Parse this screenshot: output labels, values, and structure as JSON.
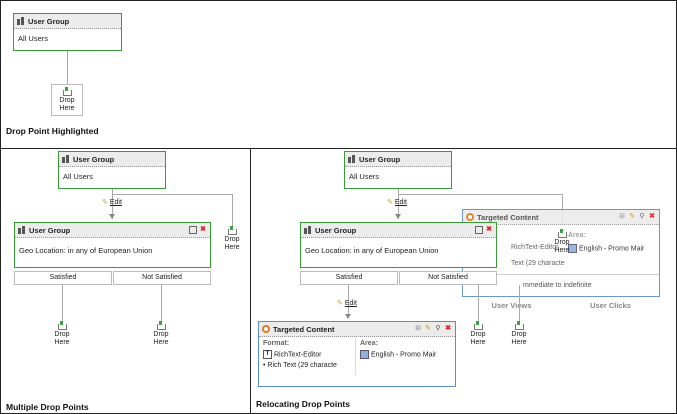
{
  "panel1": {
    "caption": "Drop Point Highlighted",
    "group": {
      "title": "User Group",
      "body": "All Users"
    },
    "drop": {
      "line1": "Drop",
      "line2": "Here"
    }
  },
  "panel2": {
    "caption": "Multiple Drop Points",
    "group": {
      "title": "User Group",
      "body": "All Users"
    },
    "edit": "Edit",
    "geo": {
      "title": "User Group",
      "body": "Geo Location: in any of European Union"
    },
    "branches": {
      "left": "Satisfied",
      "right": "Not Satisfied"
    },
    "drop": {
      "line1": "Drop",
      "line2": "Here"
    }
  },
  "panel3": {
    "caption": "Relocating Drop Points",
    "group": {
      "title": "User Group",
      "body": "All Users"
    },
    "edit": "Edit",
    "geo": {
      "title": "User Group",
      "body": "Geo Location: in any of European Union"
    },
    "branches": {
      "left": "Satisfied",
      "right": "Not Satisfied"
    },
    "drop": {
      "line1": "Drop",
      "line2": "Here"
    },
    "ghost": {
      "title": "Targeted Content",
      "row1": "RichText-Editor",
      "row2": "Text (29 characte",
      "area": "English - Promo Mair",
      "area_label": "Area:",
      "footer": "mmediate to indefinite",
      "user_views": "User Views",
      "user_clicks": "User Clicks"
    },
    "content": {
      "title": "Targeted Content",
      "format_label": "Format:",
      "format": "RichText-Editor",
      "text": "Rich Text (29 characte",
      "area_label": "Area:",
      "area": "English - Promo Mair"
    }
  }
}
